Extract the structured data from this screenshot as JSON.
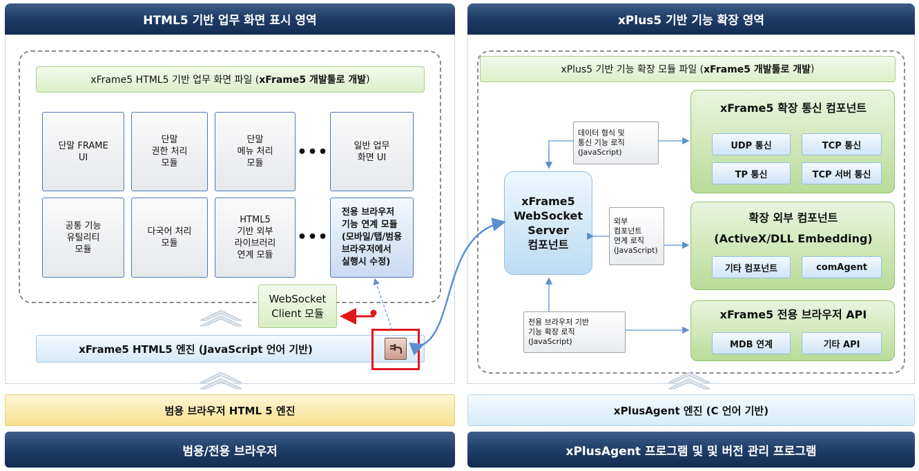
{
  "left": {
    "header": "HTML5 기반 업무 화면 표시 영역",
    "file_bar": {
      "prefix": "xFrame5 HTML5 기반 업무 화면 파일 (",
      "bold": "xFrame5 개발툴로 개발",
      "suffix": ")"
    },
    "modules_row1": [
      "단말 FRAME\nUI",
      "단말\n권한 처리\n모듈",
      "단말\n메뉴 처리\n모듈",
      "일반 업무\n화면 UI"
    ],
    "modules_row2": [
      "공통 기능\n유틸리티\n모듈",
      "다국어 처리\n모듈",
      "HTML5\n기반 외부\n라이브러리\n연계 모듈"
    ],
    "browser_module": "전용 브라우저\n기능 연계 모듈\n(모바일/탭/범용\n브라우저에서\n실행시 수정)",
    "ellipsis": "•••",
    "ws_client": "WebSocket\nClient 모듈",
    "engine": "xFrame5 HTML5 엔진 (JavaScript 언어 기반)",
    "base_engine": "범용 브라우저 HTML 5 엔진",
    "base_browser": "범용/전용 브라우저"
  },
  "right": {
    "header": "xPlus5 기반 기능 확장 영역",
    "file_bar": {
      "prefix": "xPlus5 기반 기능 확장 모듈 파일 (",
      "bold": "xFrame5 개발툴로 개발",
      "suffix": ")"
    },
    "ws_server": "xFrame5\nWebSocket\nServer\n컴포넌트",
    "note1": "데이터 형식 및\n통신 기능 로직\n(JavaScript)",
    "note2": "외부\n컴포넌트\n연계 로직\n(JavaScript)",
    "note3": "전용 브라우저 기반\n기능 확장 로직\n(JavaScript)",
    "comm_panel": {
      "title": "xFrame5 확장 통신 컴포넌트",
      "items": [
        "UDP 통신",
        "TCP 통신",
        "TP 통신",
        "TCP 서버 통신"
      ]
    },
    "ext_panel": {
      "title": "확장 외부 컴포넌트\n(ActiveX/DLL Embedding)",
      "items": [
        "기타 컴포넌트",
        "comAgent"
      ]
    },
    "api_panel": {
      "title": "xFrame5 전용 브라우저 API",
      "items": [
        "MDB 연계",
        "기타 API"
      ]
    },
    "agent_engine": "xPlusAgent 엔진 (C 언어 기반)",
    "agent_program": "xPlusAgent 프로그램 및 및 버전 관리 프로그램"
  },
  "colors": {
    "navy": "#1f3d68",
    "red": "#e0161b",
    "arrow_blue": "#5b8fd0"
  },
  "icons": {
    "agent_icon": "plug-icon"
  }
}
